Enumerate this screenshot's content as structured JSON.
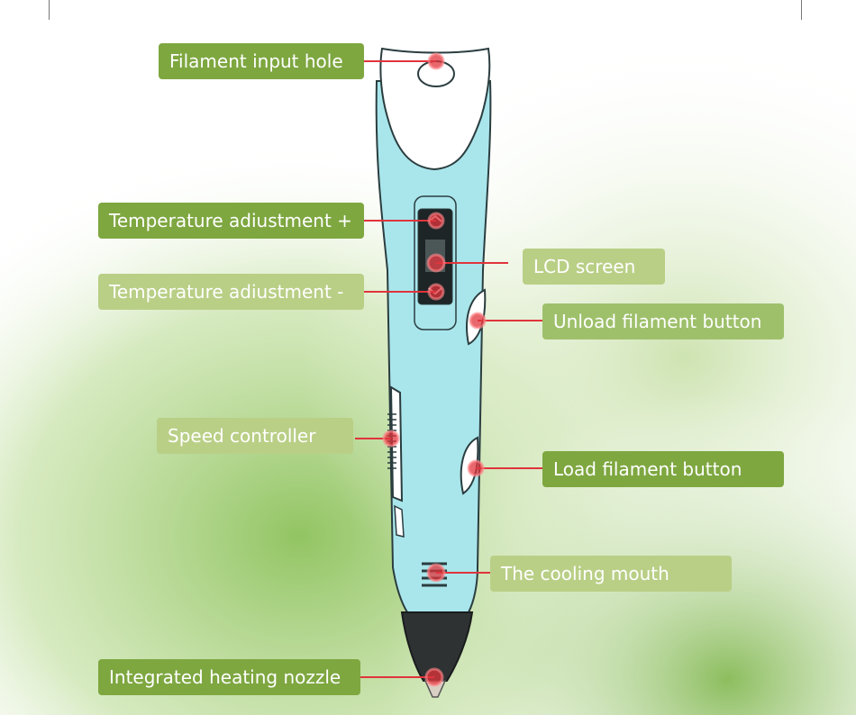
{
  "labels": {
    "filament_input_hole": "Filament input hole",
    "temp_plus": "Temperature adiustment +",
    "temp_minus": "Temperature adiustment -",
    "lcd_screen": "LCD screen",
    "unload_button": "Unload filament button",
    "speed_controller": "Speed controller",
    "load_button": "Load filament button",
    "cooling_mouth": "The cooling mouth",
    "heating_nozzle": "Integrated heating nozzle"
  },
  "colors": {
    "pen_body": "#a9e6ec",
    "label_dark": "#7ea740",
    "label_light": "#b9cf86",
    "pointer": "#e0343c"
  }
}
